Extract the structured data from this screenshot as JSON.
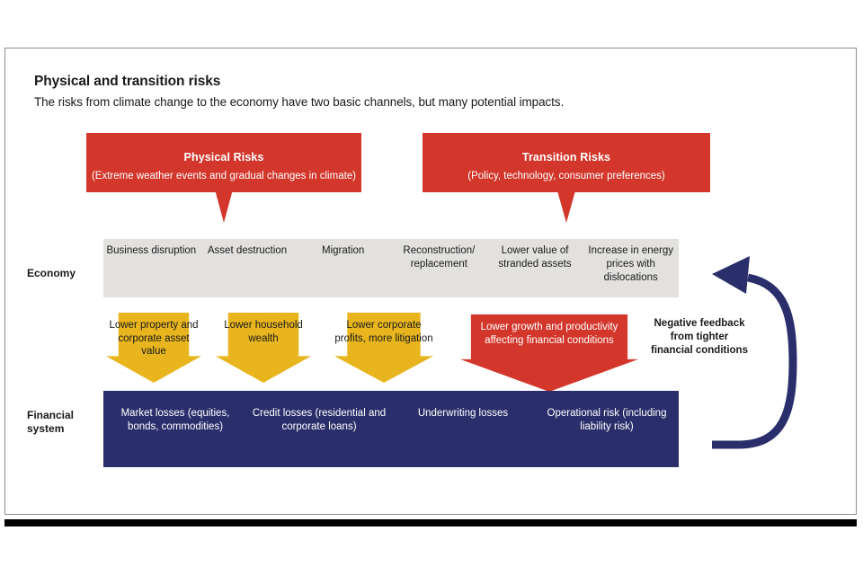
{
  "heading": {
    "title": "Physical and transition risks",
    "subtitle": "The risks from climate change to the economy have two basic channels, but many potential impacts."
  },
  "banners": [
    {
      "title": "Physical Risks",
      "description": "(Extreme weather events and gradual changes in climate)"
    },
    {
      "title": "Transition Risks",
      "description": "(Policy, technology, consumer preferences)"
    }
  ],
  "rows": {
    "economy_label": "Economy",
    "financial_label_line1": "Financial",
    "financial_label_line2": "system"
  },
  "economy": {
    "items": [
      "Business disruption",
      "Asset destruction",
      "Migration",
      "Reconstruction/ replacement",
      "Lower value of stranded assets",
      "Increase in energy prices with dislocations"
    ]
  },
  "transmission_arrows": [
    {
      "label": "Lower property and  corporate asset value",
      "color": "#e8b51e"
    },
    {
      "label": "Lower household wealth",
      "color": "#e8b51e"
    },
    {
      "label": "Lower corporate profits, more litigation",
      "color": "#e8b51e"
    },
    {
      "label": "Lower growth and productivity affecting financial conditions",
      "color": "#d3372c"
    }
  ],
  "financial_system": {
    "items": [
      "Market losses (equities, bonds, commodities)",
      "Credit losses (residential and corporate loans)",
      "Underwriting losses",
      "Operational risk (including liability risk)"
    ]
  },
  "feedback": {
    "label": "Negative feedback from tighter financial conditions",
    "icon": "curved-loop-arrow-icon"
  },
  "colors": {
    "red": "#d3372c",
    "yellow": "#e8b51e",
    "navy": "#2a2f6b",
    "gray": "#e2e1df",
    "black_bar": "#000000"
  }
}
